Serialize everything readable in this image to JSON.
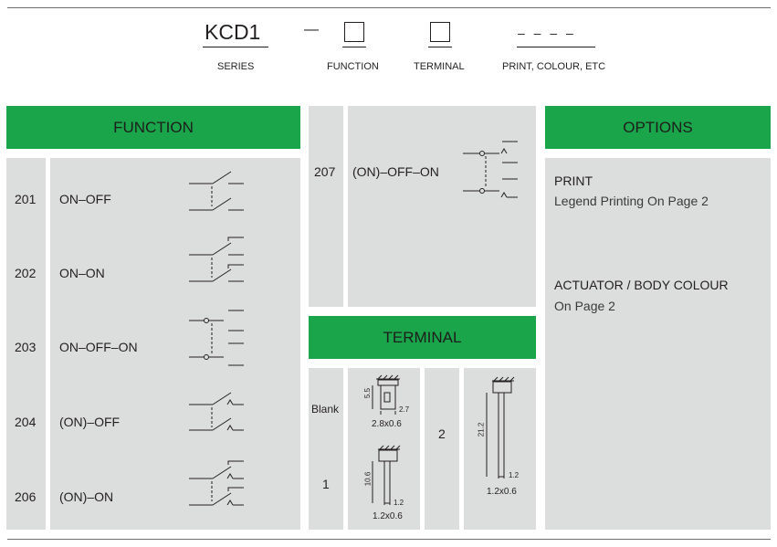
{
  "code": {
    "series_code": "KCD1",
    "dash": "—",
    "print_placeholder": "– – – –",
    "labels": {
      "series": "SERIES",
      "function": "FUNCTION",
      "terminal": "TERMINAL",
      "print": "PRINT, COLOUR, ETC"
    }
  },
  "function": {
    "title": "FUNCTION",
    "rows": [
      {
        "code": "201",
        "name": "ON–OFF"
      },
      {
        "code": "202",
        "name": "ON–ON"
      },
      {
        "code": "203",
        "name": "ON–OFF–ON"
      },
      {
        "code": "204",
        "name": "(ON)–OFF"
      },
      {
        "code": "206",
        "name": "(ON)–ON"
      }
    ],
    "extra": {
      "code": "207",
      "name": "(ON)–OFF–ON"
    }
  },
  "terminal": {
    "title": "TERMINAL",
    "items": [
      {
        "code": "Blank",
        "size": "2.8x0.6",
        "dim_h": "5.5",
        "dim_w": "2.7"
      },
      {
        "code": "1",
        "size": "1.2x0.6",
        "dim_h": "10.6",
        "dim_w": "1.2"
      },
      {
        "code": "2",
        "size": "1.2x0.6",
        "dim_h": "21.2",
        "dim_w": "1.2"
      }
    ]
  },
  "options": {
    "title": "OPTIONS",
    "print_title": "PRINT",
    "print_sub": "Legend Printing On Page 2",
    "colour_title": "ACTUATOR / BODY COLOUR",
    "colour_sub": "On Page 2"
  }
}
